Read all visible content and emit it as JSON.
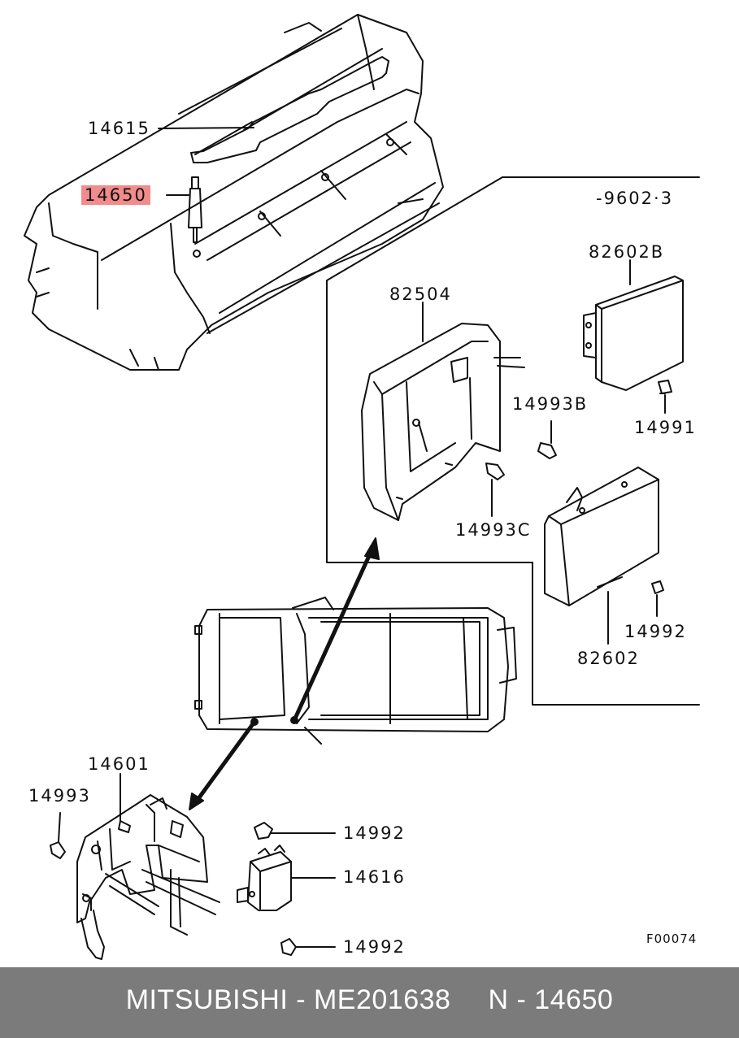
{
  "labels": {
    "p14615": "14615",
    "p14650": "14650",
    "serial": "-9602·3",
    "p82602B": "82602B",
    "p82504": "82504",
    "p14993B": "14993B",
    "p14991": "14991",
    "p14993C": "14993C",
    "p14992_right": "14992",
    "p82602": "82602",
    "p14601": "14601",
    "p14993": "14993",
    "p14992_top": "14992",
    "p14616": "14616",
    "p14992_bottom": "14992",
    "figure_code": "F00074"
  },
  "highlight_color": "#f28b8b",
  "footer": {
    "brand_part": "MITSUBISHI - ME201638",
    "ref": "N - 14650",
    "bg_color": "#7b7b7b"
  }
}
